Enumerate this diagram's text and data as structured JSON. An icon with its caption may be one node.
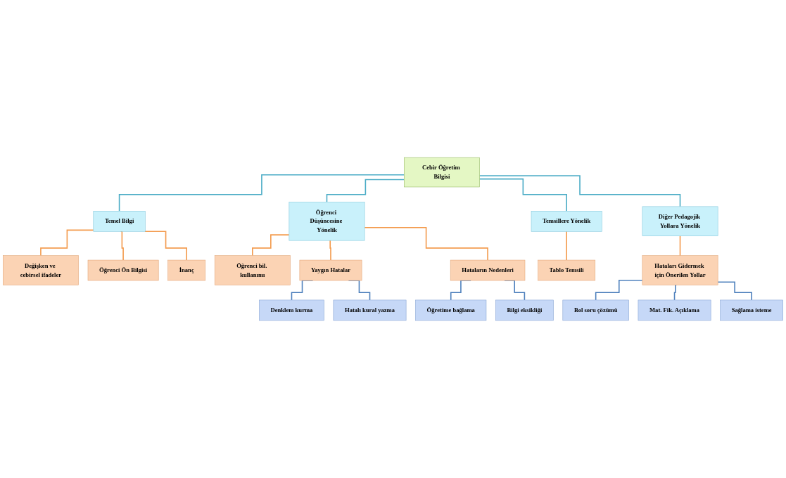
{
  "diagram": {
    "nodes": [
      {
        "text": [
          "Cebir Öğretim Bilgisi"
        ]
      },
      {
        "text": [
          "Temel Bilgi"
        ]
      },
      {
        "text": [
          "Öğrenci Düşüncesine Yönelik"
        ]
      },
      {
        "text": [
          "Temsillere Yönelik"
        ]
      },
      {
        "text": [
          "Diğer Pedagojik Yollara Yönelik"
        ]
      },
      {
        "text": [
          "Değişken ve cebirsel ifadeler"
        ]
      },
      {
        "text": [
          "Öğrenci Ön Bilgisi"
        ]
      },
      {
        "text": [
          "İnanç"
        ]
      },
      {
        "text": [
          "Öğrenci bil. kullanımı"
        ]
      },
      {
        "text": [
          "Yaygın Hatalar"
        ]
      },
      {
        "text": [
          "Hataların Nedenleri"
        ]
      },
      {
        "text": [
          "Tablo Temsili"
        ]
      },
      {
        "text": [
          "Hataları Gidermek için Önerilen Yollar"
        ]
      },
      {
        "text": [
          "Denklem kurma"
        ]
      },
      {
        "text": [
          "Hatalı kural yazma"
        ]
      },
      {
        "text": [
          "Öğretime bağlama"
        ]
      },
      {
        "text": [
          "Bilgi eksikliği"
        ]
      },
      {
        "text": [
          "Bol soru çözümü"
        ]
      },
      {
        "text": [
          "Mat. Fik. Açıklama"
        ]
      },
      {
        "text": [
          "Sağlama isteme"
        ]
      }
    ],
    "edges": [
      {
        "from": 0,
        "to": 1,
        "arrow": "none",
        "color": "#4bacc6"
      },
      {
        "from": 0,
        "to": 2,
        "arrow": "none",
        "color": "#4bacc6"
      },
      {
        "from": 0,
        "to": 3,
        "arrow": "none",
        "color": "#4bacc6"
      },
      {
        "from": 0,
        "to": 4,
        "arrow": "none",
        "color": "#4bacc6"
      },
      {
        "from": 1,
        "to": 5,
        "arrow": "none"
      },
      {
        "from": 1,
        "to": 6,
        "arrow": "none"
      },
      {
        "from": 1,
        "to": 7,
        "arrow": "none"
      },
      {
        "from": 2,
        "to": 8,
        "arrow": "none"
      },
      {
        "from": 2,
        "to": 9,
        "arrow": "none"
      },
      {
        "from": 2,
        "to": 10,
        "arrow": "none"
      },
      {
        "from": 3,
        "to": 11,
        "arrow": "none"
      },
      {
        "from": 4,
        "to": 12,
        "arrow": "none"
      },
      {
        "from": 9,
        "to": 13,
        "arrow": "none",
        "color": "#4f81bd"
      },
      {
        "from": 9,
        "to": 14,
        "arrow": "none",
        "color": "#4f81bd"
      },
      {
        "from": 10,
        "to": 15,
        "arrow": "none",
        "color": "#4f81bd"
      },
      {
        "from": 10,
        "to": 16,
        "arrow": "none",
        "color": "#4f81bd"
      },
      {
        "from": 12,
        "to": 17,
        "arrow": "none",
        "color": "#4f81bd"
      },
      {
        "from": 12,
        "to": 18,
        "arrow": "none",
        "color": "#4f81bd"
      },
      {
        "from": 12,
        "to": 19,
        "arrow": "none",
        "color": "#4f81bd"
      }
    ]
  }
}
